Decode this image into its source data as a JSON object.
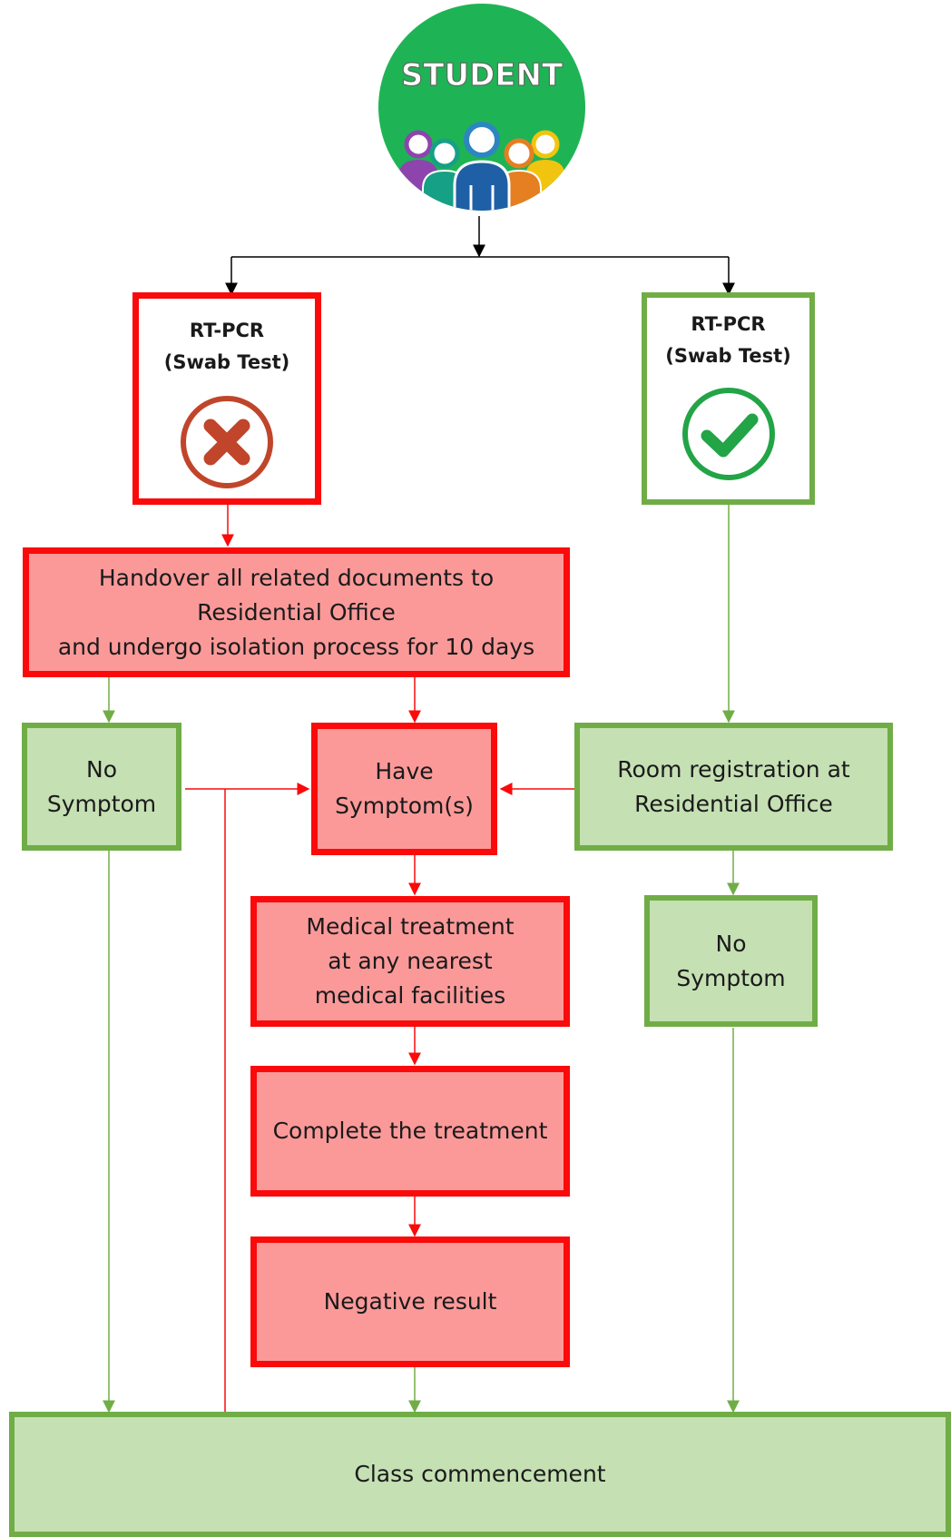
{
  "logo": {
    "text": "STUDENT",
    "icon": "student-group-icon",
    "bg_color": "#1eb455"
  },
  "colors": {
    "red_fill": "#fb9999",
    "red_border": "#fa0a0a",
    "green_fill": "#c5e0b3",
    "green_border": "#70ad47"
  },
  "test_positive": {
    "label": "RT-PCR\n(Swab Test)",
    "icon": "cross-circle-icon"
  },
  "test_negative": {
    "label": "RT-PCR\n(Swab Test)",
    "icon": "check-circle-icon"
  },
  "handover": "Handover all related documents to\nResidential Office\nand undergo isolation process for 10 days",
  "no_symptom_left": "No\nSymptom",
  "have_symptoms": "Have\nSymptom(s)",
  "room_registration": "Room registration at\nResidential Office",
  "medical_treatment": "Medical treatment\nat any nearest\nmedical facilities",
  "no_symptom_right": "No\nSymptom",
  "complete_treatment": "Complete the treatment",
  "negative_result": "Negative result",
  "class_commencement": "Class commencement"
}
